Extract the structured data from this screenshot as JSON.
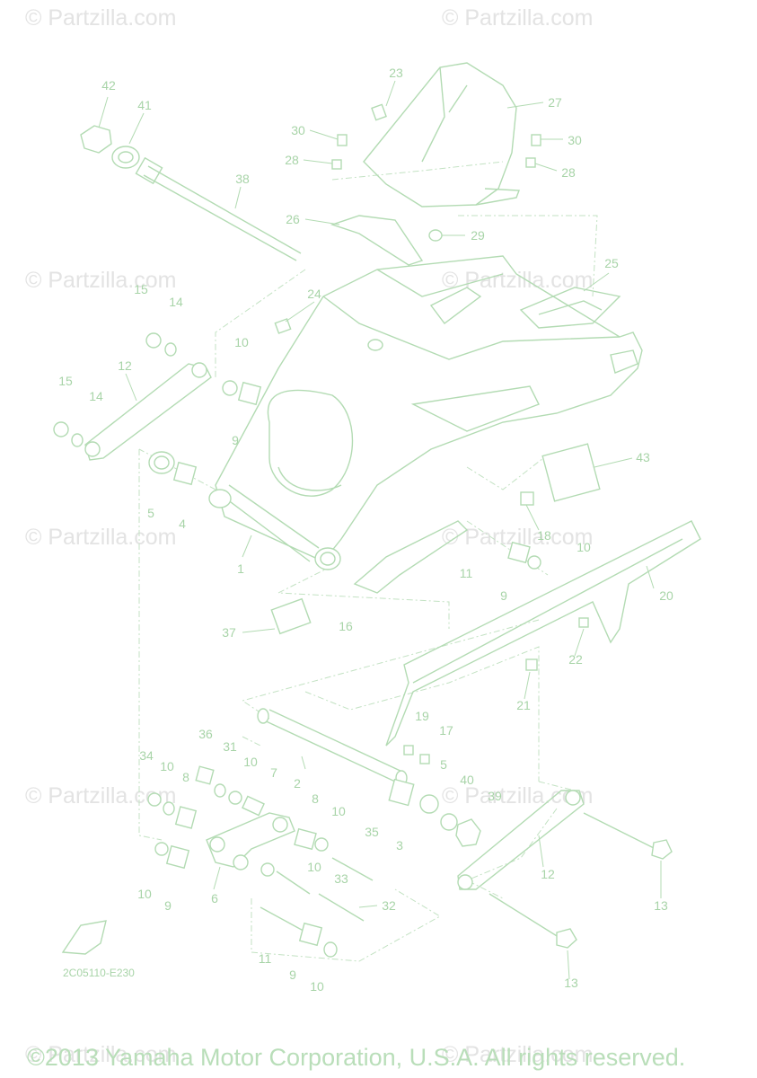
{
  "watermarks": [
    "© Partzilla.com",
    "© Partzilla.com",
    "© Partzilla.com",
    "© Partzilla.com",
    "© Partzilla.com",
    "© Partzilla.com",
    "© Partzilla.com",
    "© Partzilla.com",
    "© Partzilla.com",
    "© Partzilla.com"
  ],
  "callouts": [
    "42",
    "41",
    "38",
    "23",
    "27",
    "30",
    "28",
    "30",
    "28",
    "26",
    "29",
    "25",
    "15",
    "14",
    "24",
    "10",
    "12",
    "15",
    "14",
    "9",
    "43",
    "5",
    "4",
    "1",
    "18",
    "10",
    "11",
    "9",
    "20",
    "37",
    "16",
    "22",
    "21",
    "19",
    "17",
    "36",
    "31",
    "34",
    "10",
    "8",
    "10",
    "7",
    "2",
    "5",
    "40",
    "39",
    "8",
    "10",
    "35",
    "3",
    "12",
    "10",
    "33",
    "10",
    "9",
    "6",
    "32",
    "13",
    "11",
    "9",
    "10",
    "13"
  ],
  "diagram_code": "2C05110-E230",
  "copyright": "©2013 Yamaha Motor Corporation, U.S.A. All rights reserved.",
  "colors": {
    "line": "#b3dbb3",
    "label": "#a8d4a8",
    "watermark": "#e3e3e3"
  }
}
